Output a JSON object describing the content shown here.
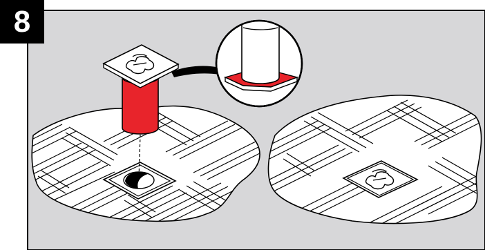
{
  "step": {
    "number": "8"
  },
  "colors": {
    "panel_background": "#d7d7d9",
    "frame": "#000000",
    "mat": "#ffffff",
    "line": "#000000",
    "accent_red": "#e8242b"
  },
  "illustration": {
    "left_scene": "leg-with-red-sleeve-and-foot-over-mat",
    "right_scene": "foot-placed-on-mat",
    "callout": "magnified-leg-base-with-red-pad"
  }
}
